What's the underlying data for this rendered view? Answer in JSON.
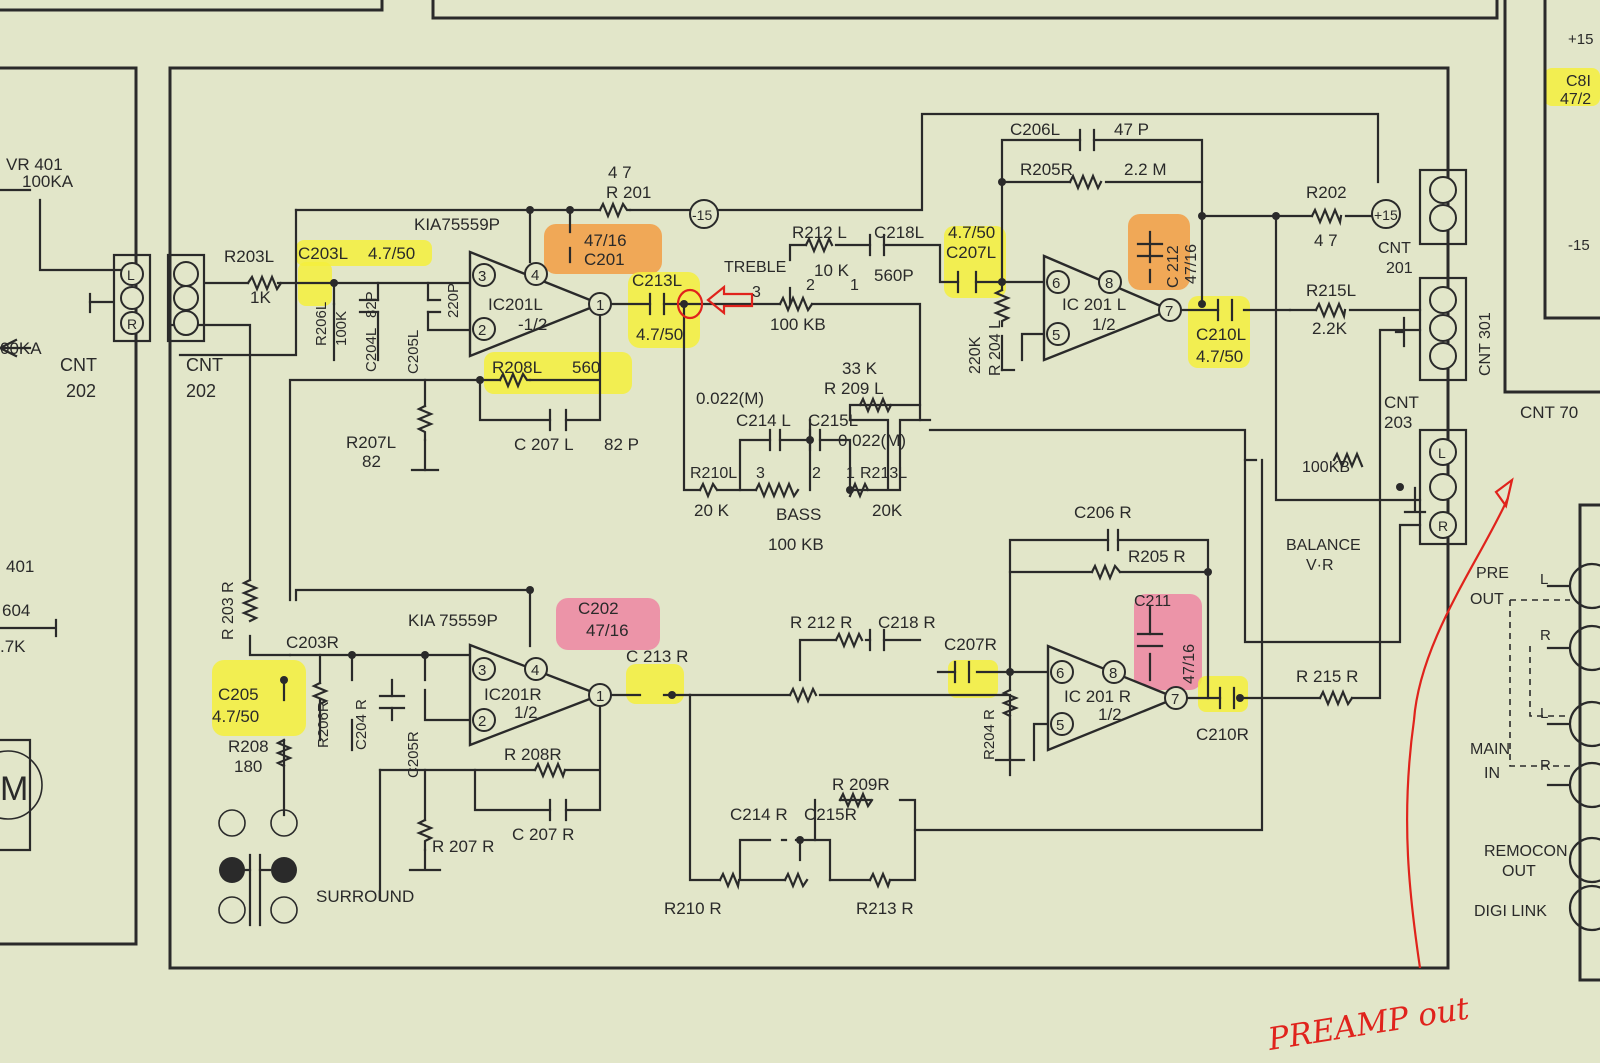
{
  "colors": {
    "paper": "#e2e6c9",
    "ink": "#2a2a2a",
    "highlight_yellow": "#f4ef3c",
    "highlight_orange": "#f2a14a",
    "highlight_pink": "#ef7fa0",
    "annotation_red": "#e0231c"
  },
  "left_panel": {
    "vr401": "VR 401",
    "vr401_value": "100KA",
    "vr_lower_value": "00KA",
    "cnt_a": "CNT",
    "cnt_a_num": "202",
    "cnt_b": "CNT",
    "cnt_b_num": "202",
    "pin_l": "L",
    "pin_r": "R",
    "lower_401": "401",
    "lower_604": "604",
    "lower_47k": ".7K",
    "motor": "M"
  },
  "left_channel": {
    "ic_part": "KIA75559P",
    "ic_label": "IC201L",
    "ic_half": "-1/2",
    "r201_value": "4 7",
    "r201": "R 201",
    "minus15": "-15",
    "r203l": "R203L",
    "r203l_value": "1K",
    "c203l": "C203L",
    "c203l_value": "4.7/50",
    "c201_value": "47/16",
    "c201": "C201",
    "r206l": "R206L",
    "r206l_value": "100K",
    "c204l": "C204L",
    "c204l_value": "82P",
    "c205l": "C205L",
    "c205l_value": "220P",
    "c213l": "C213L",
    "c213l_value": "4.7/50",
    "r208l": "R208L",
    "r208l_value": "560",
    "r207l": "R207L",
    "r207l_value": "82",
    "c207l_fb": "C 207 L",
    "c207l_fb_value": "82 P",
    "treble": "TREBLE",
    "treble_pot": "100 KB",
    "r212l": "R212 L",
    "r212l_value": "10 K",
    "c218l": "C218L",
    "c218l_value": "560P",
    "c207l": "C207L",
    "c207l_value": "4.7/50",
    "r209l_value": "33 K",
    "r209l": "R 209 L",
    "c214l_value": "0.022(M)",
    "c214l": "C214 L",
    "c215l": "C215L",
    "c215l_value": "0.022(M)",
    "r210l": "R210L",
    "r210l_value": "20 K",
    "r213l": "R213L",
    "r213l_value": "20K",
    "bass": "BASS",
    "bass_pot": "100 KB",
    "ic2_label": "IC 201 L",
    "ic2_half": "1/2",
    "c206l": "C206L",
    "c206l_value": "47 P",
    "r205l": "R205R",
    "r205l_value": "2.2 M",
    "r204l_value": "220K",
    "r204l": "R 204 L",
    "c212": "C 212",
    "c212_value": "47/16",
    "c210l": "C210L",
    "c210l_value": "4.7/50",
    "r202": "R202",
    "r202_value": "4 7",
    "plus15": "+15",
    "cnt201": "CNT",
    "cnt201_num": "201",
    "r215l": "R215L",
    "r215l_value": "2.2K"
  },
  "right_channel": {
    "ic_part": "KIA 75559P",
    "ic_label": "IC201R",
    "ic_half": "1/2",
    "r203r": "R 203 R",
    "c203r": "C203R",
    "c205": "C205",
    "c205_value": "4.7/50",
    "r208": "R208",
    "r208_value": "180",
    "r206r": "R206R",
    "c204r": "C204 R",
    "c205r": "C205R",
    "c202": "C202",
    "c202_value": "47/16",
    "c213r": "C 213 R",
    "r208r": "R 208R",
    "c207r_fb": "C 207 R",
    "r207r": "R 207 R",
    "surround": "SURROUND",
    "r212r": "R 212 R",
    "c218r": "C218 R",
    "c207r": "C207R",
    "r209r": "R 209R",
    "c214r": "C214 R",
    "c215r": "C215R",
    "r210r": "R210 R",
    "r213r": "R213 R",
    "ic2_label": "IC 201 R",
    "ic2_half": "1/2",
    "c206r": "C206 R",
    "r205r": "R205 R",
    "c211": "C211",
    "c211_value": "47/16",
    "r204r": "R204 R",
    "c210r": "C210R",
    "r215r": "R 215 R"
  },
  "pins": {
    "p1": "1",
    "p2": "2",
    "p3": "3",
    "p4": "4",
    "p5": "5",
    "p6": "6",
    "p7": "7",
    "p8": "8"
  },
  "pot_pins": {
    "t3": "3",
    "t2": "2",
    "t1": "1",
    "b3": "3",
    "b2": "2",
    "b1": "1"
  },
  "right_side": {
    "cnt301": "CNT 301",
    "cnt203": "CNT",
    "cnt203_num": "203",
    "cnt701": "CNT 70",
    "balance_pot": "100KB",
    "balance": "BALANCE",
    "balance_vr": "V·R",
    "pin_l": "L",
    "pin_r": "R",
    "pre_out": "PRE",
    "pre_out2": "OUT",
    "main_in": "MAIN",
    "main_in2": "IN",
    "jack_l1": "L",
    "jack_r1": "R",
    "jack_l2": "L",
    "jack_r2": "R",
    "remocon": "REMOCON",
    "remocon_out": "OUT",
    "digi_link": "DIGI LINK",
    "plus15_edge": "+15",
    "minus15_edge": "-15",
    "c81": "C8I",
    "c81_value": "47/2"
  },
  "annotation": {
    "text": "PREAMP out"
  }
}
